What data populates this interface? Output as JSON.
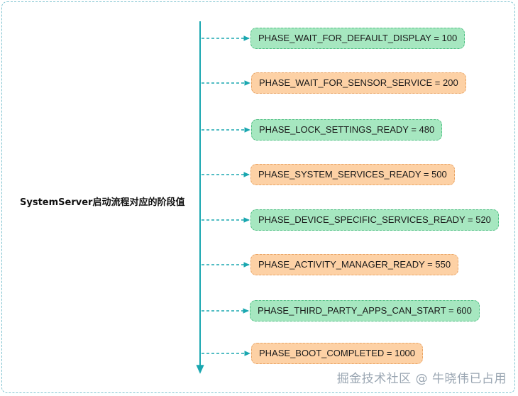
{
  "diagram": {
    "root_label": "SystemServer启动流程对应的阶段值",
    "phases": [
      {
        "label": "PHASE_WAIT_FOR_DEFAULT_DISPLAY = 100",
        "color": "green"
      },
      {
        "label": "PHASE_WAIT_FOR_SENSOR_SERVICE = 200",
        "color": "orange"
      },
      {
        "label": "PHASE_LOCK_SETTINGS_READY = 480",
        "color": "green"
      },
      {
        "label": "PHASE_SYSTEM_SERVICES_READY = 500",
        "color": "orange"
      },
      {
        "label": "PHASE_DEVICE_SPECIFIC_SERVICES_READY = 520",
        "color": "green"
      },
      {
        "label": "PHASE_ACTIVITY_MANAGER_READY = 550",
        "color": "orange"
      },
      {
        "label": "PHASE_THIRD_PARTY_APPS_CAN_START = 600",
        "color": "green"
      },
      {
        "label": "PHASE_BOOT_COMPLETED = 1000",
        "color": "orange"
      }
    ]
  },
  "colors": {
    "line": "#1aa7b0",
    "green_fill": "#a6e7c0",
    "orange_fill": "#fdd1a5"
  },
  "watermark": "掘金技术社区 @ 牛晓伟已占用"
}
